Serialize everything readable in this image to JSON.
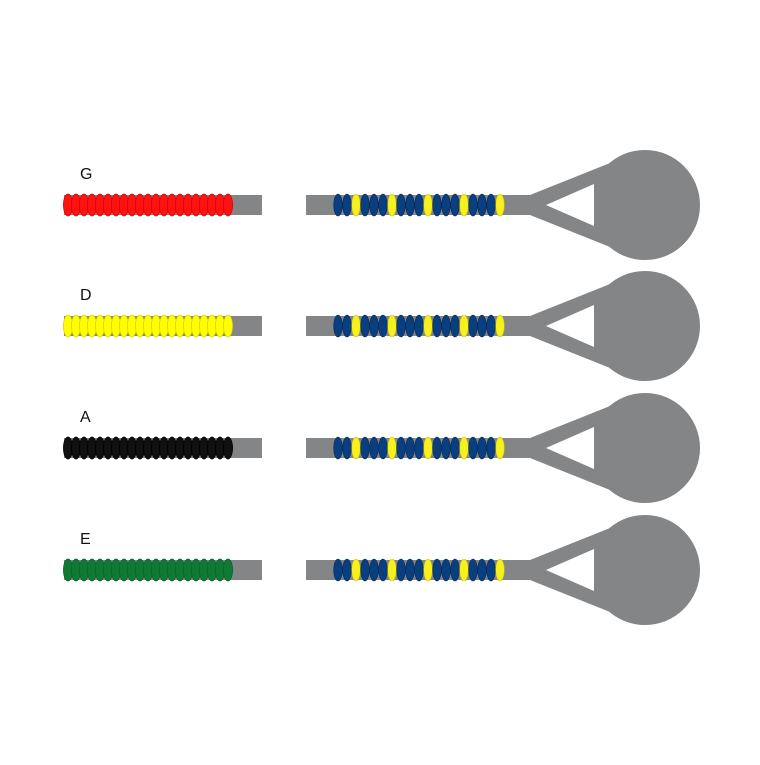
{
  "diagram": {
    "string_color": "#848587",
    "end_winding": {
      "primary_color": "#0a3f7f",
      "accent_color": "#f7f01f"
    },
    "strings": [
      {
        "label": "G",
        "silk_color": "#ff1111",
        "silk_border": "#d00000"
      },
      {
        "label": "D",
        "silk_color": "#ffff00",
        "silk_border": "#d8cc00"
      },
      {
        "label": "A",
        "silk_color": "#111111",
        "silk_border": "#000000"
      },
      {
        "label": "E",
        "silk_color": "#0e7a34",
        "silk_border": "#07602a"
      }
    ]
  }
}
